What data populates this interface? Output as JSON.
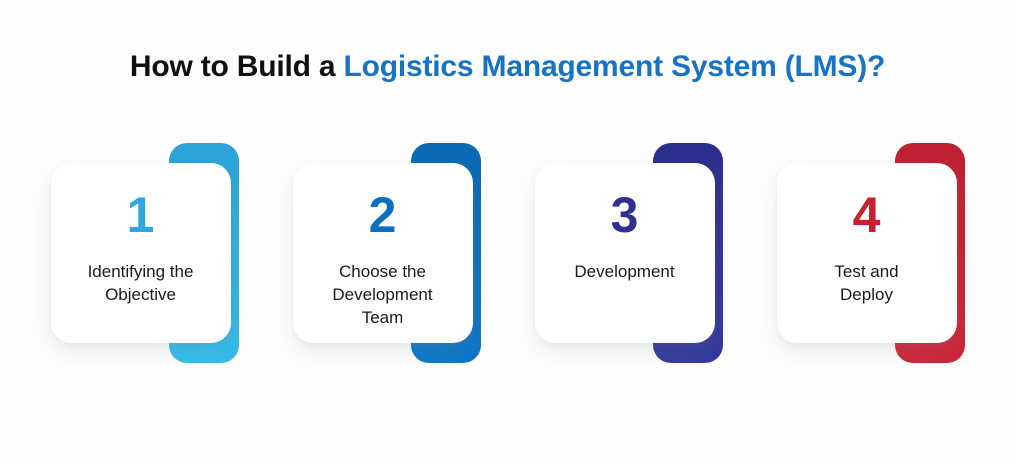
{
  "title": {
    "prefix": "How to Build a ",
    "highlight": "Logistics Management System (LMS)?"
  },
  "colors": {
    "background": "#FEFEFE",
    "title_text": "#101010",
    "title_highlight": "#1673C5",
    "label_text": "#1A1A1A"
  },
  "steps": [
    {
      "number": "1",
      "lines": [
        "Identifying the",
        "Objective"
      ],
      "accent_from": "#2BA3D8",
      "accent_to": "#34BDEB",
      "number_color": "#29ABE2"
    },
    {
      "number": "2",
      "lines": [
        "Choose the",
        "Development",
        "Team"
      ],
      "accent_from": "#0B69B5",
      "accent_to": "#0D77C8",
      "number_color": "#0A70BF"
    },
    {
      "number": "3",
      "lines": [
        "Development"
      ],
      "accent_from": "#2B2E8C",
      "accent_to": "#34389B",
      "number_color": "#2E3192"
    },
    {
      "number": "4",
      "lines": [
        "Test and",
        "Deploy"
      ],
      "accent_from": "#BF2132",
      "accent_to": "#CE2537",
      "number_color": "#C7202F"
    }
  ]
}
